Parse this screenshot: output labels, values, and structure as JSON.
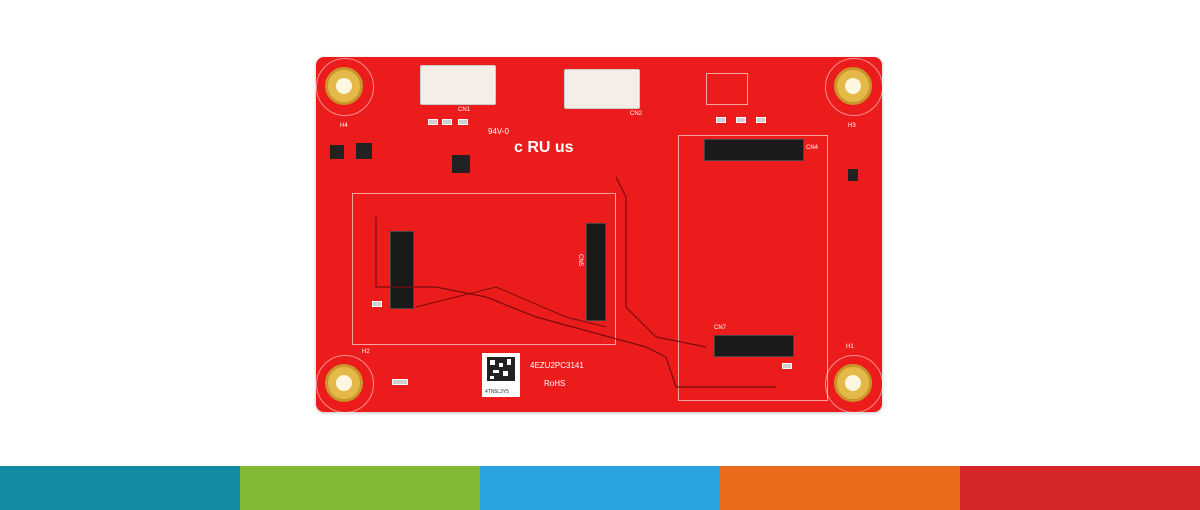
{
  "board": {
    "part_number": "4EZU2PC3141",
    "rohs_label": "RoHS",
    "qr_caption": "4TN5L3Y5",
    "ul_mark": "c RU us",
    "mount_hole_labels": [
      "H4",
      "H3",
      "H2",
      "H1"
    ],
    "connector_labels": [
      "CN1",
      "CN2",
      "CN4",
      "CN5",
      "CN7"
    ],
    "rev_label": "94V-0"
  },
  "color_bar": [
    "#138ba0",
    "#84b935",
    "#29a3de",
    "#ea6b1b",
    "#d7262a"
  ]
}
